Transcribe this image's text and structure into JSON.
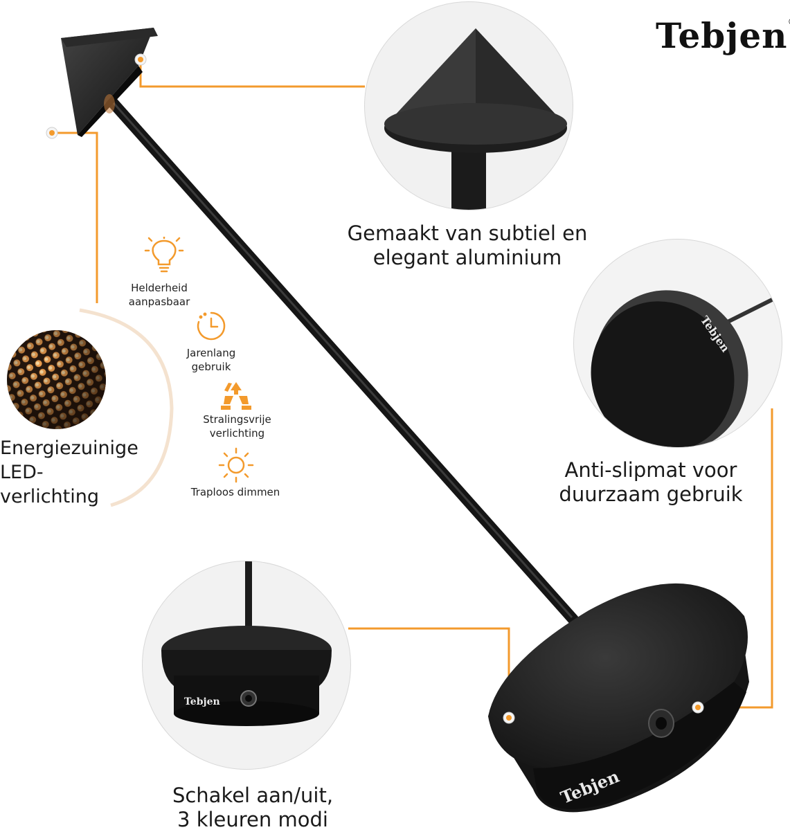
{
  "brand": {
    "name": "Tebjen",
    "registered": "®"
  },
  "features": [
    {
      "label_line1": "Helderheid",
      "label_line2": "aanpasbaar",
      "icon": "lightbulb-icon"
    },
    {
      "label_line1": "Jarenlang",
      "label_line2": "gebruik",
      "icon": "clock-icon"
    },
    {
      "label_line1": "Stralingsvrije",
      "label_line2": "verlichting",
      "icon": "recycle-icon"
    },
    {
      "label_line1": "Traploos dimmen",
      "label_line2": "",
      "icon": "sun-icon"
    }
  ],
  "callouts": {
    "led": {
      "line1": "Energiezuinige",
      "line2": "LED-verlichting"
    },
    "aluminium": {
      "line1": "Gemaakt van subtiel en",
      "line2": "elegant aluminium"
    },
    "antislip": {
      "line1": "Anti-slipmat voor",
      "line2": "duurzaam gebruik"
    },
    "switch": {
      "line1": "Schakel aan/uit,",
      "line2": "3 kleuren modi"
    }
  },
  "colors": {
    "accent": "#f39a2c",
    "product": "#1e1e1e",
    "text": "#1a1a1a"
  }
}
